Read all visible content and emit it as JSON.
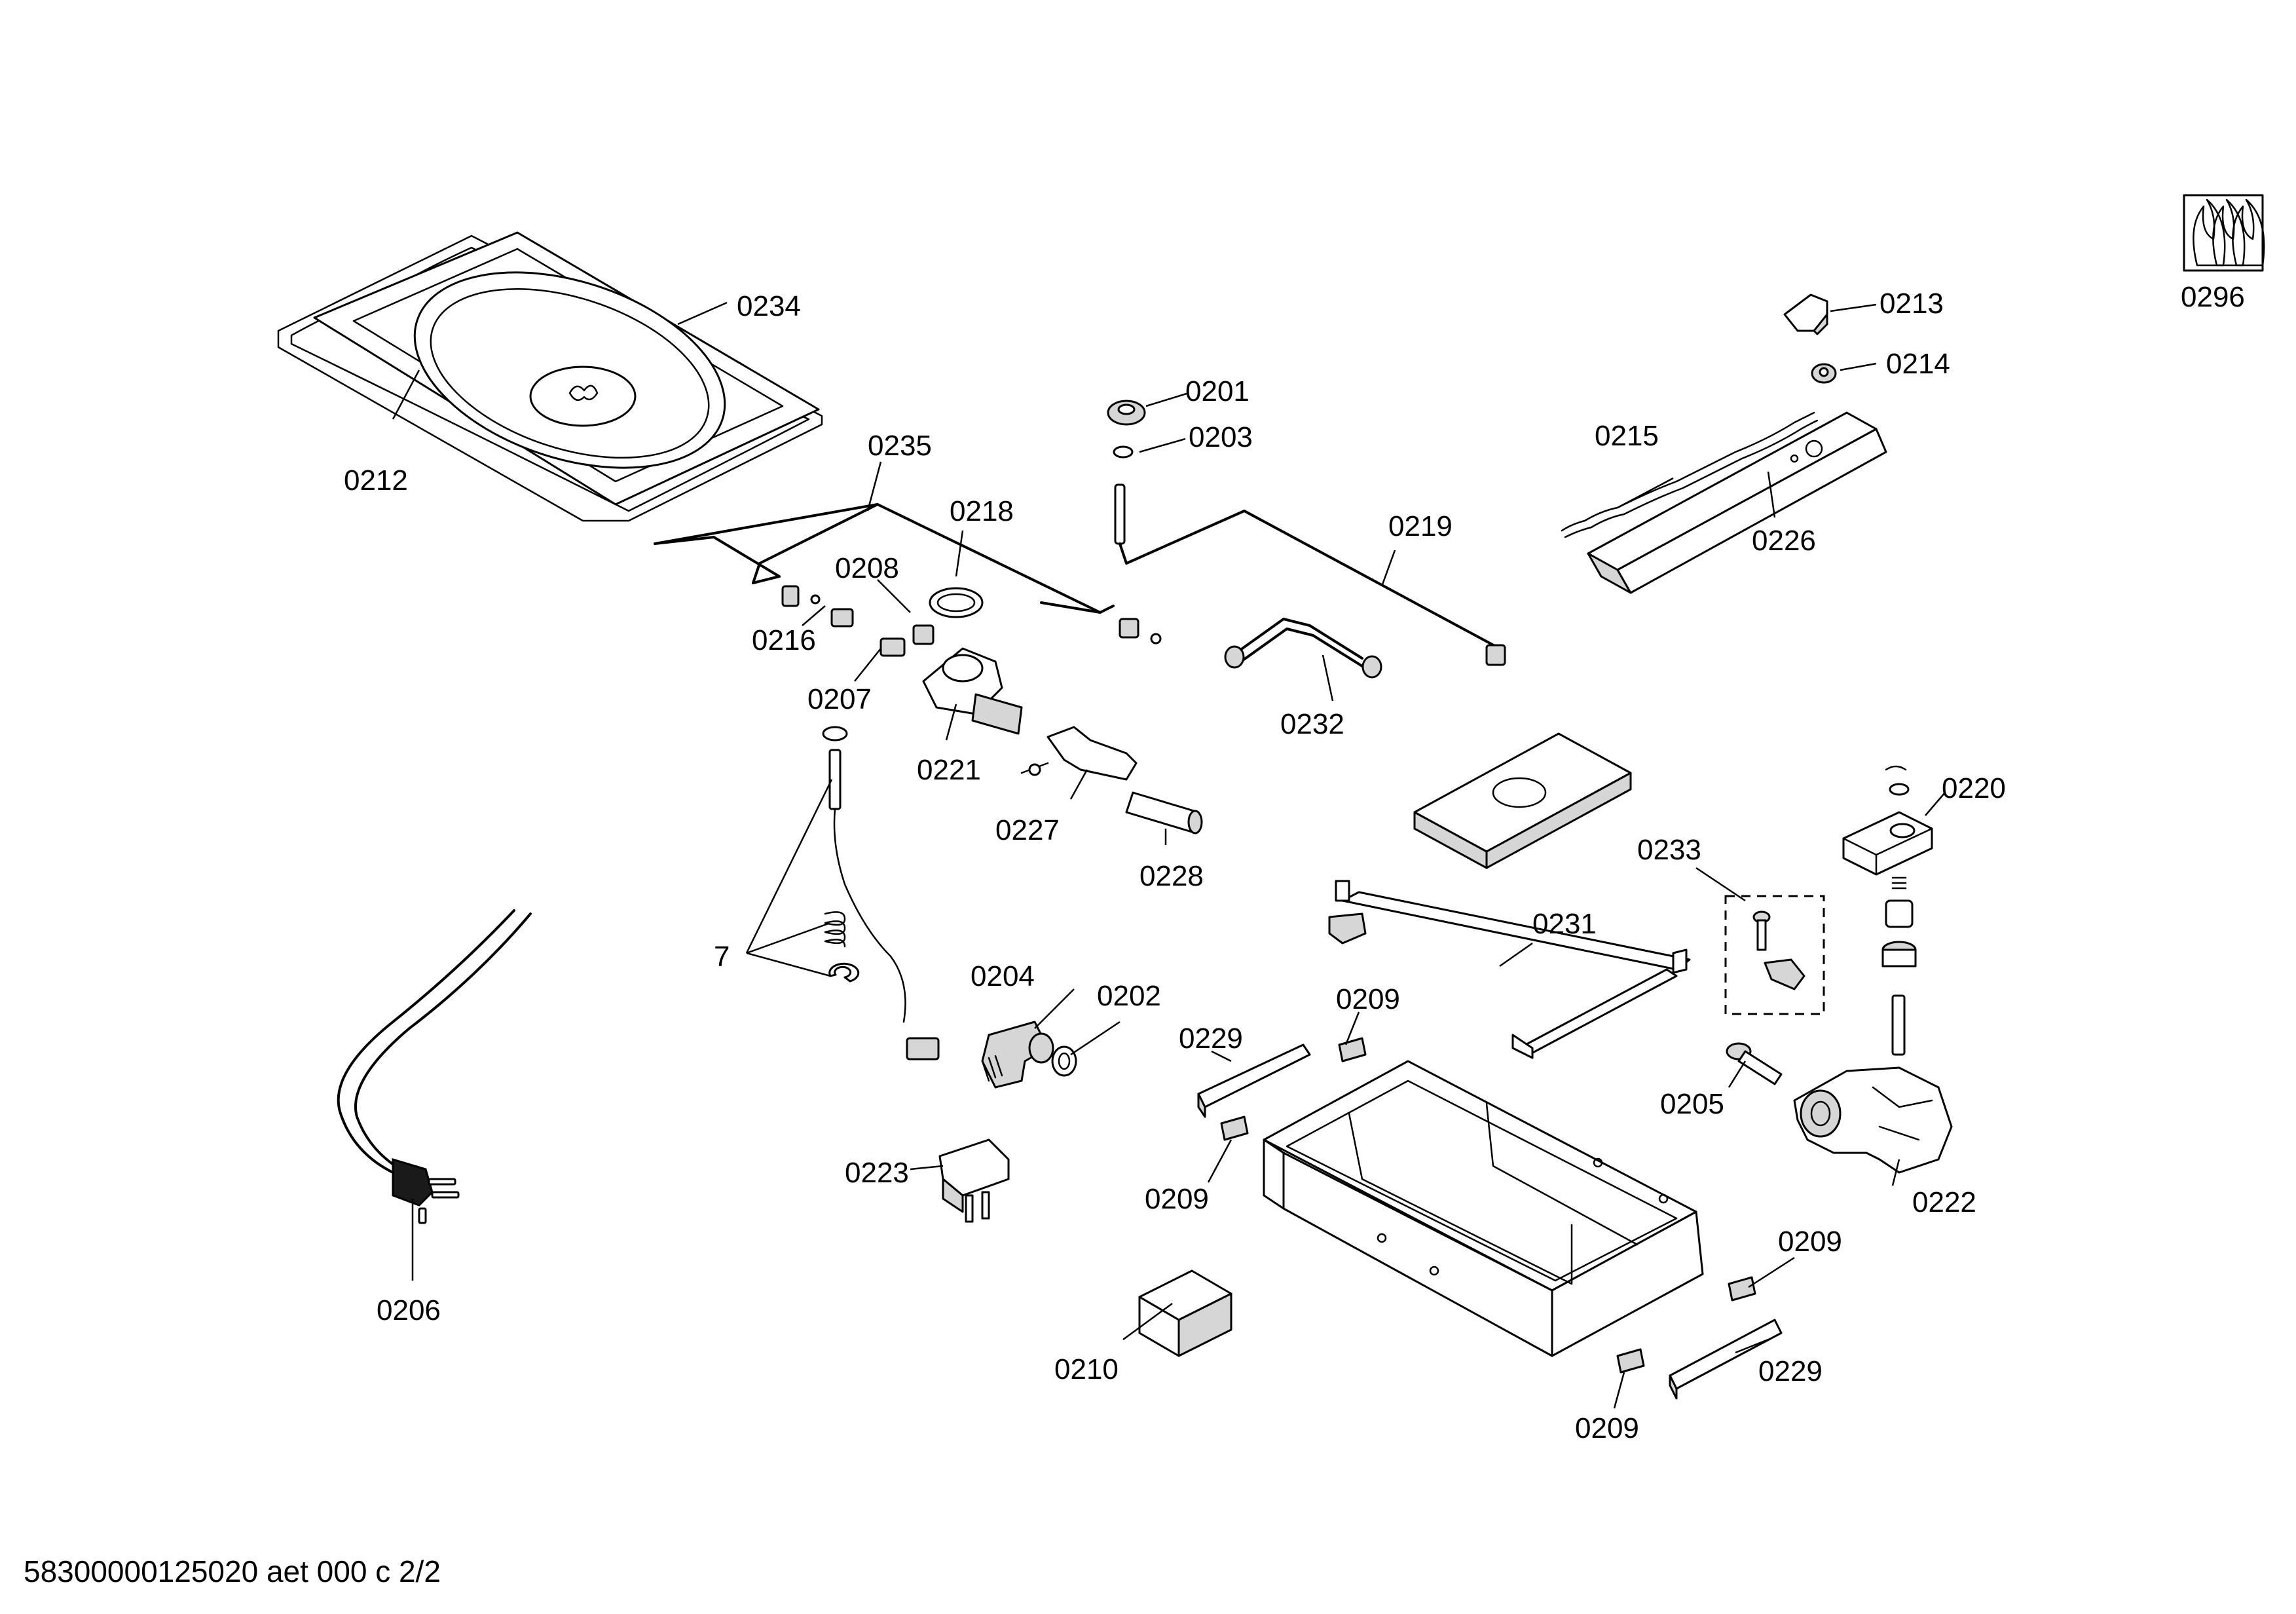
{
  "labels": {
    "p0201": "0201",
    "p0202": "0202",
    "p0203": "0203",
    "p0204": "0204",
    "p0205": "0205",
    "p0206": "0206",
    "p0207": "0207",
    "p0208": "0208",
    "p0209": "0209",
    "p0210": "0210",
    "p0212": "0212",
    "p0213": "0213",
    "p0214": "0214",
    "p0215": "0215",
    "p0216": "0216",
    "p0218": "0218",
    "p0219": "0219",
    "p0220": "0220",
    "p0221": "0221",
    "p0222": "0222",
    "p0223": "0223",
    "p0226": "0226",
    "p0227": "0227",
    "p0228": "0228",
    "p0229": "0229",
    "p0231": "0231",
    "p0232": "0232",
    "p0233": "0233",
    "p0234": "0234",
    "p0235": "0235",
    "p0296": "0296",
    "p7": "7"
  },
  "footer": "58300000125020 aet 000 c 2/2"
}
